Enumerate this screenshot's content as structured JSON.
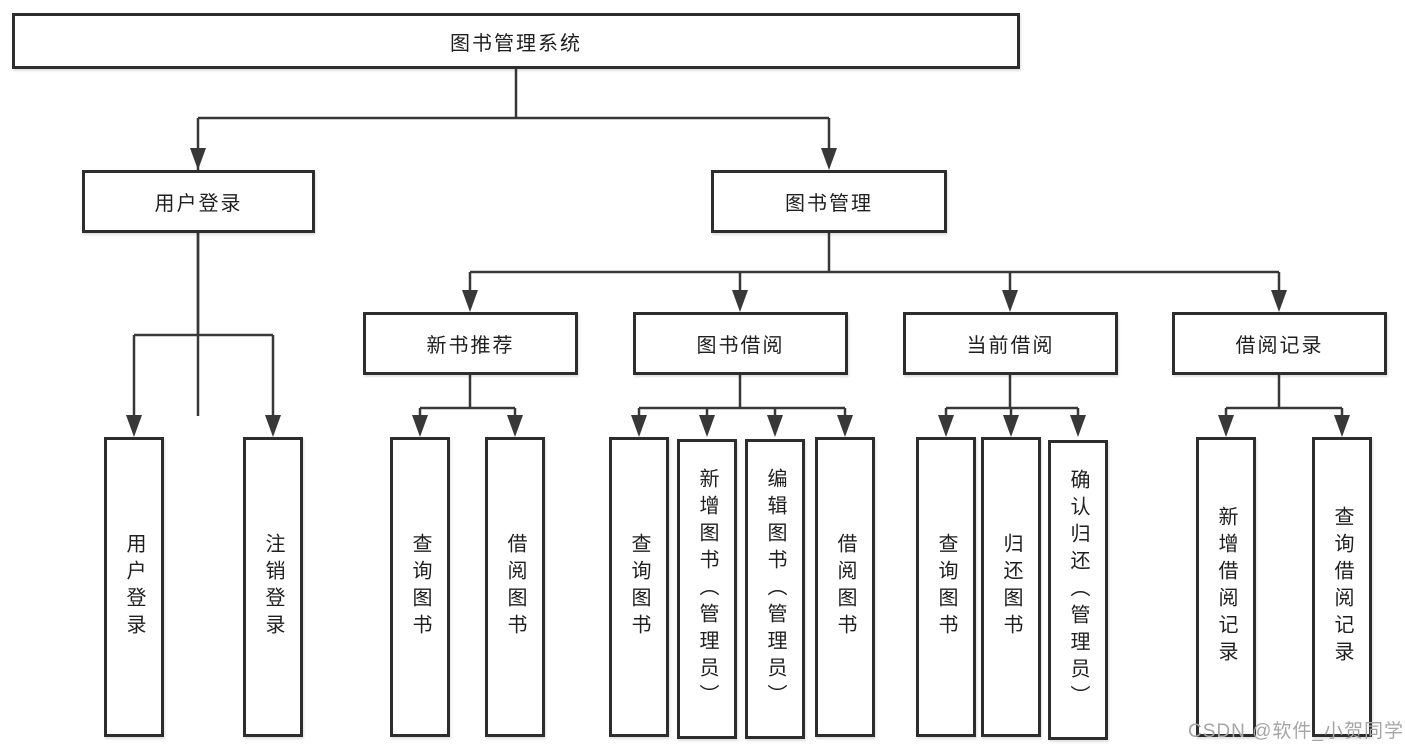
{
  "diagram_title": "图书管理系统",
  "nodes": {
    "root": "图书管理系统",
    "user_login": "用户登录",
    "book_mgmt": "图书管理",
    "new_books": "新书推荐",
    "book_borrow": "图书借阅",
    "current_borrow": "当前借阅",
    "borrow_records": "借阅记录"
  },
  "leaves": [
    {
      "label": "用户登录"
    },
    {
      "label": "注销登录"
    },
    {
      "label": "查询图书"
    },
    {
      "label": "借阅图书"
    },
    {
      "label": "查询图书"
    },
    {
      "label": "新增图书（管理员）"
    },
    {
      "label": "编辑图书（管理员）"
    },
    {
      "label": "借阅图书"
    },
    {
      "label": "查询图书"
    },
    {
      "label": "归还图书"
    },
    {
      "label": "确认归还（管理员）"
    },
    {
      "label": "新增借阅记录"
    },
    {
      "label": "查询借阅记录"
    }
  ],
  "watermark": "CSDN @软件_小贺同学",
  "colors": {
    "line": "#383838",
    "border": "#2d2d2d",
    "text": "#1f1f1f",
    "watermark": "#a6a6a6",
    "background": "#ffffff"
  }
}
